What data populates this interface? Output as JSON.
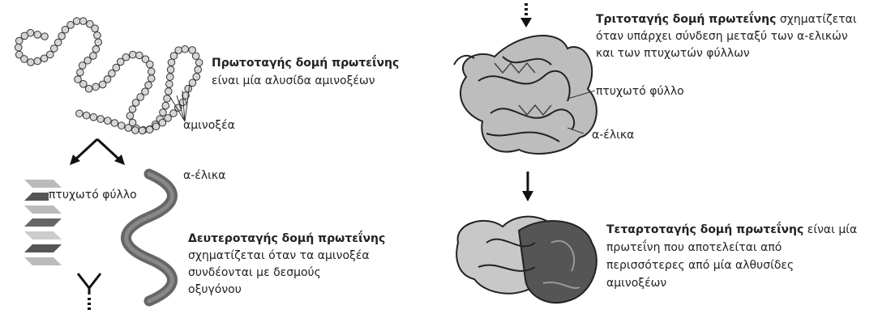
{
  "primary": {
    "title": "Πρωτοταγής δομή πρωτεΐνης",
    "text": "είναι μία αλυσίδα αμινοξέων",
    "label_aminoacid": "αμινοξέα"
  },
  "secondary": {
    "label_sheet": "πτυχωτό φύλλο",
    "label_helix": "α-έλικα",
    "title": "Δευτεροταγής δομή πρωτεΐνης",
    "line1": "σχηματίζεται όταν τα αμινοξέα",
    "line2": "συνδέονται με δεσμούς",
    "line3": "οξυγόνου"
  },
  "tertiary": {
    "title": "Τριτοταγής δομή πρωτεΐνης",
    "title_rest": " σχηματίζεται",
    "line2": "όταν υπάρχει σύνδεση μεταξύ των α-ελικών",
    "line3": "και των πτυχωτών φύλλων",
    "label_sheet": "πτυχωτό φύλλο",
    "label_helix": "α-έλικα"
  },
  "quaternary": {
    "title": "Τεταρτοταγής δομή πρωτεΐνης",
    "title_rest": " είναι μία",
    "line2": "πρωτεΐνη που αποτελείται από",
    "line3": "περισσότερες από μία αλθυσίδες",
    "line4": "αμινοξέων"
  }
}
